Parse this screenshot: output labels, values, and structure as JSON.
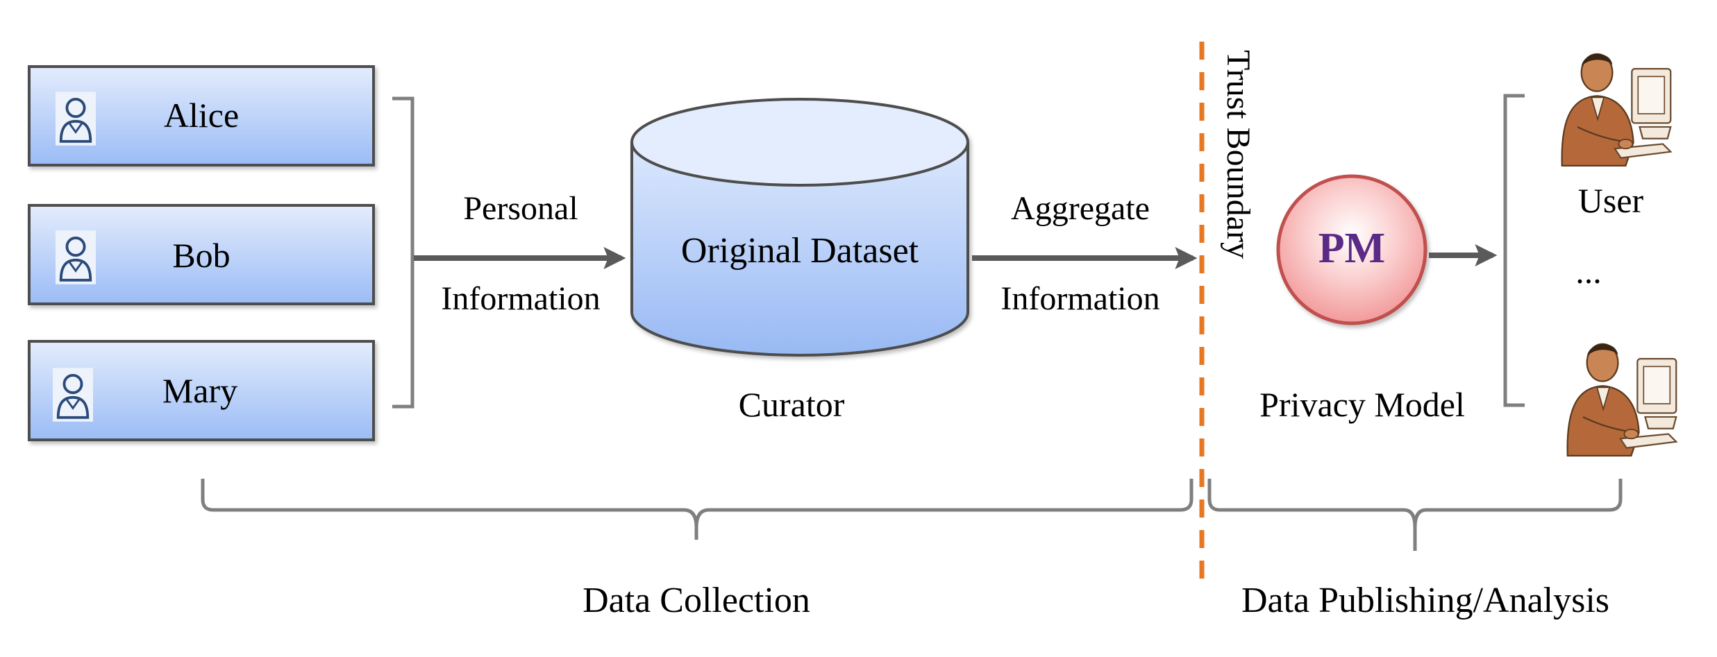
{
  "people": [
    {
      "name": "Alice",
      "icon": "user-icon"
    },
    {
      "name": "Bob",
      "icon": "user-icon"
    },
    {
      "name": "Mary",
      "icon": "user-icon"
    }
  ],
  "arrow_personal": {
    "line1": "Personal",
    "line2": "Information"
  },
  "dataset": {
    "label": "Original Dataset",
    "caption": "Curator"
  },
  "arrow_aggregate": {
    "line1": "Aggregate",
    "line2": "Information"
  },
  "trust_boundary": {
    "label": "Trust Boundary"
  },
  "privacy_model": {
    "abbr": "PM",
    "caption": "Privacy Model"
  },
  "users": {
    "label": "User",
    "ellipsis": "...",
    "icon": "person-at-computer-icon"
  },
  "sections": {
    "collection": "Data Collection",
    "publishing": "Data Publishing/Analysis"
  },
  "colors": {
    "box_top": "#dde8fb",
    "box_bottom": "#9dbdf6",
    "arrow": "#5a5a5a",
    "boundary": "#e87722",
    "pm_fill": "#f5a9a9",
    "pm_stroke": "#c0504d",
    "pm_text": "#5b2a86",
    "bracket": "#7f7f7f"
  }
}
